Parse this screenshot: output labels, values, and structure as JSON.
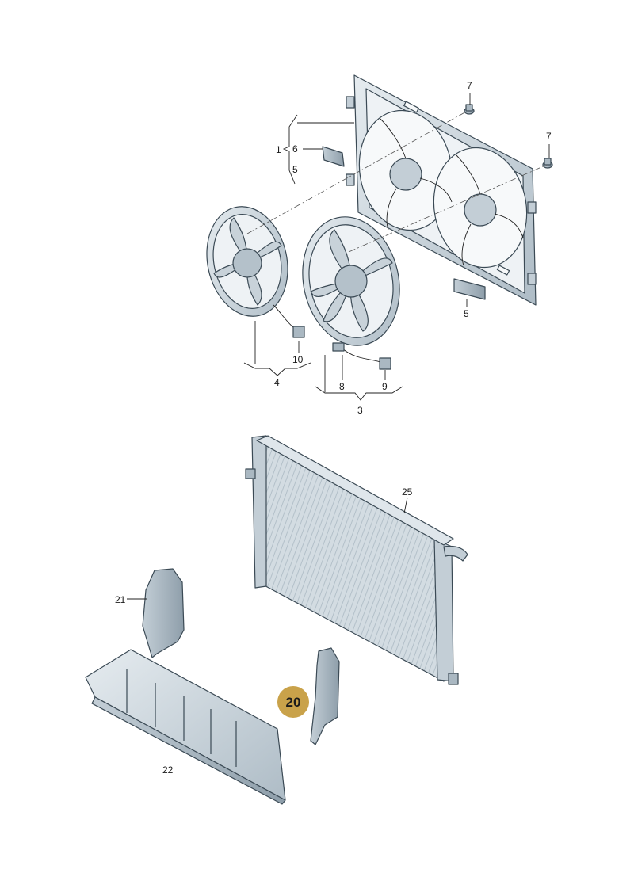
{
  "labels": {
    "l1": "1",
    "l6": "6",
    "l5a": "5",
    "l7a": "7",
    "l7b": "7",
    "l5b": "5",
    "l10": "10",
    "l4": "4",
    "l8": "8",
    "l9": "9",
    "l3": "3",
    "l25": "25",
    "l21": "21",
    "l22": "22"
  },
  "highlight": {
    "label": "20",
    "color": "#c9a24a"
  },
  "colors": {
    "part_fill": "#d6dee4",
    "part_shade": "#aab8c2",
    "outline": "#3b4a55"
  }
}
